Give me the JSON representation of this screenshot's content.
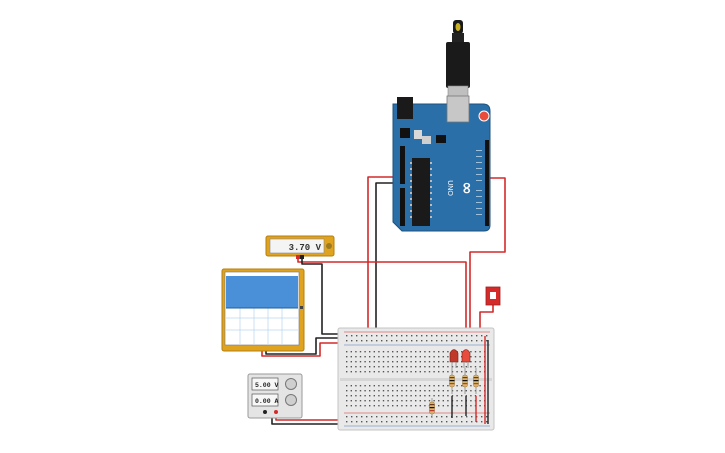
{
  "voltmeter": {
    "reading": "3.70 V"
  },
  "power_supply": {
    "voltage": "5.00 V",
    "current": "0.00 A"
  },
  "arduino": {
    "logo": "∞",
    "model": "UNO"
  },
  "colors": {
    "board_blue": "#2a6fa8",
    "wire_red": "#d42a2a",
    "wire_black": "#222222",
    "meter_yellow": "#e0a320",
    "scope_blue": "#4a90d9",
    "breadboard": "#e9e9e9"
  }
}
